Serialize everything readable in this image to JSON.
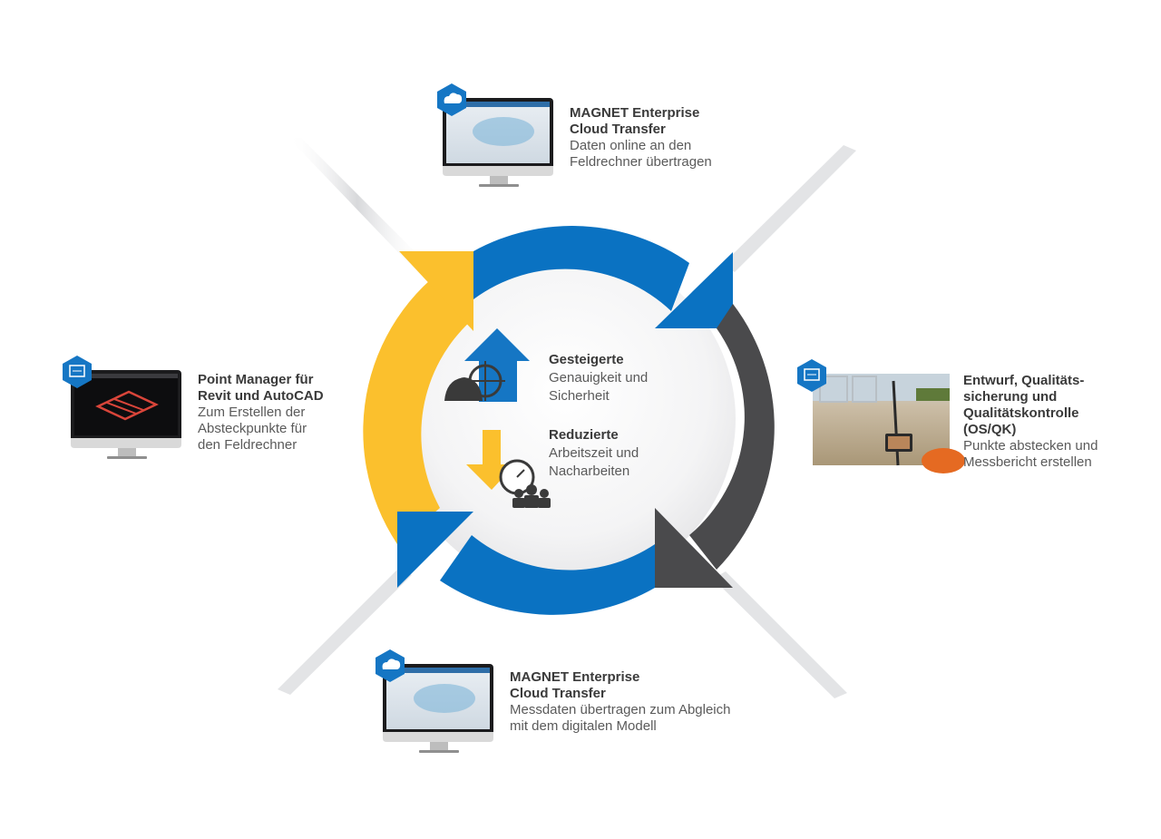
{
  "steps": {
    "top": {
      "title_line1": "MAGNET Enterprise",
      "title_line2": "Cloud Transfer",
      "desc_line1": "Daten online an den",
      "desc_line2": "Feldrechner übertragen",
      "icon": "cloud-icon"
    },
    "right": {
      "title_line1": "Entwurf, Qualitäts-",
      "title_line2": "sicherung und",
      "title_line3": "Qualitätskontrolle",
      "title_line4": "(OS/QK)",
      "desc_line1": "Punkte abstecken und",
      "desc_line2": "Messbericht erstellen",
      "icon": "blueprint-icon"
    },
    "bottom": {
      "title_line1": "MAGNET Enterprise",
      "title_line2": "Cloud Transfer",
      "desc_line1": "Messdaten übertragen zum Abgleich",
      "desc_line2": "mit dem digitalen Modell",
      "icon": "cloud-icon"
    },
    "left": {
      "title_line1": "Point Manager für",
      "title_line2": "Revit und AutoCAD",
      "desc_line1": "Zum Erstellen der",
      "desc_line2": "Absteckpunkte für",
      "desc_line3": "den Feldrechner",
      "icon": "blueprint-icon"
    }
  },
  "center": {
    "increase": {
      "title": "Gesteigerte",
      "line1": "Genauigkeit und",
      "line2": "Sicherheit",
      "icon": "arrow-up-icon"
    },
    "reduce": {
      "title": "Reduzierte",
      "line1": "Arbeitszeit und",
      "line2": "Nacharbeiten",
      "icon": "arrow-down-icon"
    }
  },
  "colors": {
    "blue": "#0a72c2",
    "yellow": "#fbc02d",
    "dark": "#4a4a4c",
    "badge": "#1576c4"
  }
}
